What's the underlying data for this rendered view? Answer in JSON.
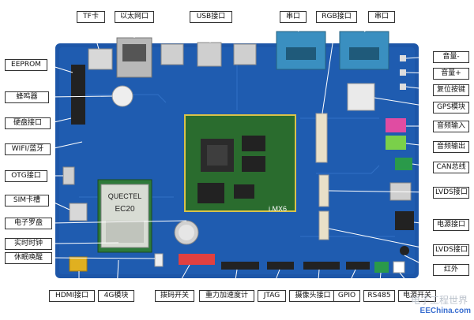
{
  "labels": {
    "tf_card": "TF卡",
    "ethernet": "以太网口",
    "usb": "USB接口",
    "serial_1": "串口",
    "rgb": "RGB接口",
    "serial_2": "串口",
    "eeprom": "EEPROM",
    "buzzer": "蜂鸣器",
    "hdd": "硬盘接口",
    "wifi_bt": "WIFI/蓝牙",
    "otg": "OTG接口",
    "sim": "SIM卡槽",
    "compass": "电子罗盘",
    "rtc": "实时时钟",
    "sleep_wake": "休眠唤醒",
    "vol_down": "音量-",
    "vol_up": "音量+",
    "reset": "复位按键",
    "gps": "GPS模块",
    "audio_in": "音频输入",
    "audio_out": "音频输出",
    "can": "CAN总线",
    "lvds_1": "LVDS接口",
    "power_port": "电源接口",
    "lvds_2": "LVDS接口",
    "infrared": "红外",
    "hdmi": "HDMI接口",
    "g4": "4G模块",
    "dip": "拨码开关",
    "gyro": "重力加速度计",
    "jtag": "JTAG",
    "camera": "摄像头接口",
    "gpio": "GPIO",
    "rs485": "RS485",
    "power_switch": "电源开关"
  },
  "board": {
    "som_text": "i.MX6",
    "module_brand": "QUECTEL",
    "module_model": "EC20"
  },
  "watermark": {
    "cn": "电子工程世界",
    "en": "EEChina.com"
  },
  "colors": {
    "pcb": "#1d56a8",
    "som": "#2a6c2e",
    "label_border": "#333333"
  }
}
